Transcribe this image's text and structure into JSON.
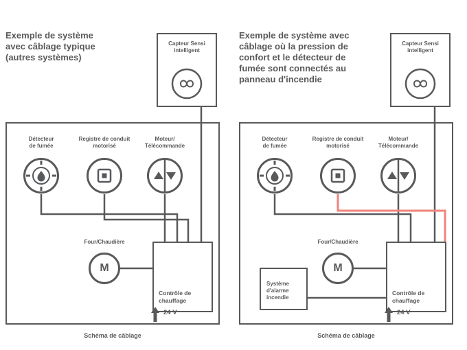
{
  "colors": {
    "line": "#58595B",
    "wire_highlight": "#F0837B",
    "background": "#ffffff"
  },
  "left_panel": {
    "title_line1": "Exemple de système",
    "title_line2": "avec câblage typique",
    "title_line3": "(autres systèmes)",
    "caption": "Schéma de câblage"
  },
  "right_panel": {
    "title_line1": "Exemple de système avec",
    "title_line2": "câblage où la pression de",
    "title_line3": "confort et le détecteur de",
    "title_line4": "fumée sont connectés au",
    "title_line5": "panneau d'incendie",
    "caption": "Schéma de câblage"
  },
  "components": {
    "smart_sensor": {
      "label_line1": "Capteur Sensi",
      "label_line2": "intelligent"
    },
    "smoke_detector": {
      "label_line1": "Détecteur",
      "label_line2": "de fumée"
    },
    "duct_damper": {
      "label_line1": "Registre de conduit",
      "label_line2": "motorisé"
    },
    "switch_monitor": {
      "label_line1": "Moteur/",
      "label_line2": "Télécommande"
    },
    "motor": {
      "label": "Four/Chaudière",
      "letter": "M"
    },
    "control": {
      "label_line1": "Contrôle de",
      "label_line2": "chauffage"
    },
    "power": "24 V",
    "fire_alarm": {
      "label_line1": "Système",
      "label_line2": "d'alarme",
      "label_line3": "incendie"
    }
  }
}
